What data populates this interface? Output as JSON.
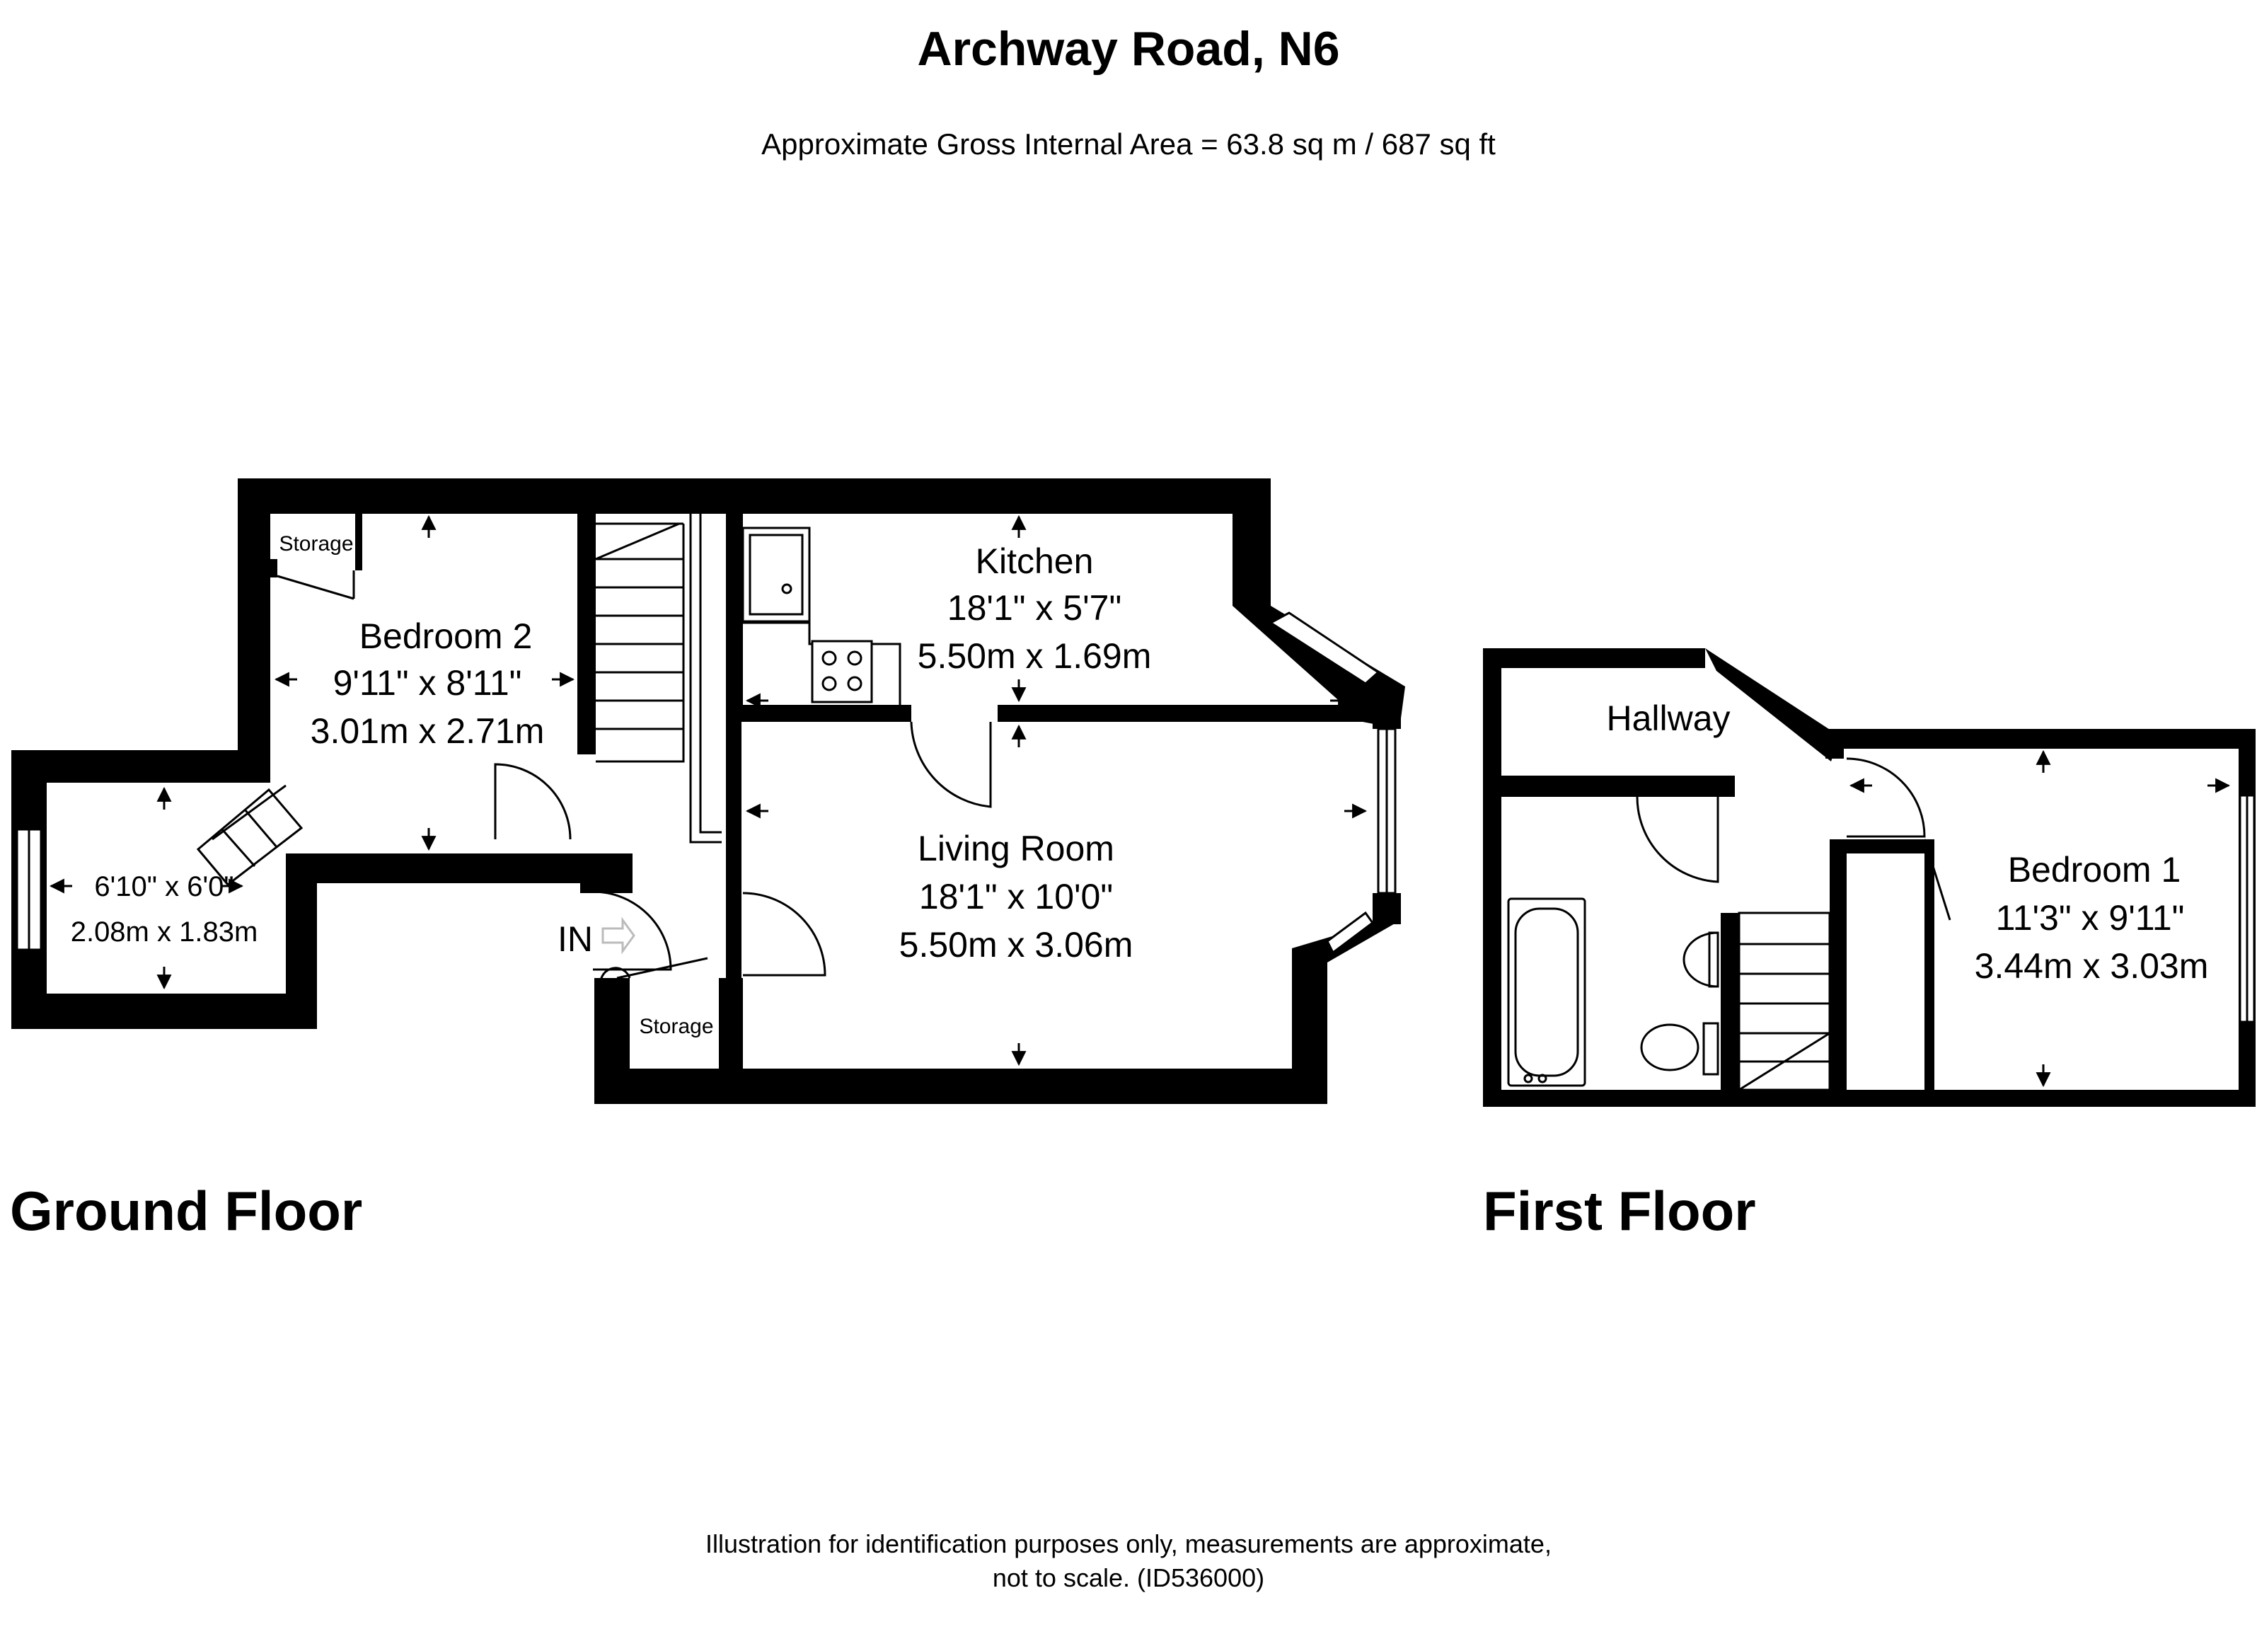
{
  "title": "Archway Road, N6",
  "subtitle": "Approximate Gross Internal Area = 63.8 sq m / 687 sq ft",
  "floors": {
    "ground": {
      "label": "Ground Floor",
      "entrance": "IN",
      "rooms": {
        "bedroom2": {
          "name": "Bedroom 2",
          "imperial": "9'11\" x 8'11\"",
          "metric": "3.01m x 2.71m"
        },
        "annex": {
          "imperial": "6'10\" x 6'0\"",
          "metric": "2.08m x 1.83m"
        },
        "storage_top": {
          "name": "Storage"
        },
        "storage_bottom": {
          "name": "Storage"
        },
        "kitchen": {
          "name": "Kitchen",
          "imperial": "18'1\" x 5'7\"",
          "metric": "5.50m x 1.69m"
        },
        "living": {
          "name": "Living Room",
          "imperial": "18'1\" x 10'0\"",
          "metric": "5.50m x 3.06m"
        }
      }
    },
    "first": {
      "label": "First Floor",
      "rooms": {
        "hallway": {
          "name": "Hallway"
        },
        "bedroom1": {
          "name": "Bedroom 1",
          "imperial": "11'3\" x 9'11\"",
          "metric": "3.44m x 3.03m"
        }
      }
    }
  },
  "disclaimer_line1": "Illustration for identification purposes only, measurements are approximate,",
  "disclaimer_line2": "not to scale. (ID536000)"
}
